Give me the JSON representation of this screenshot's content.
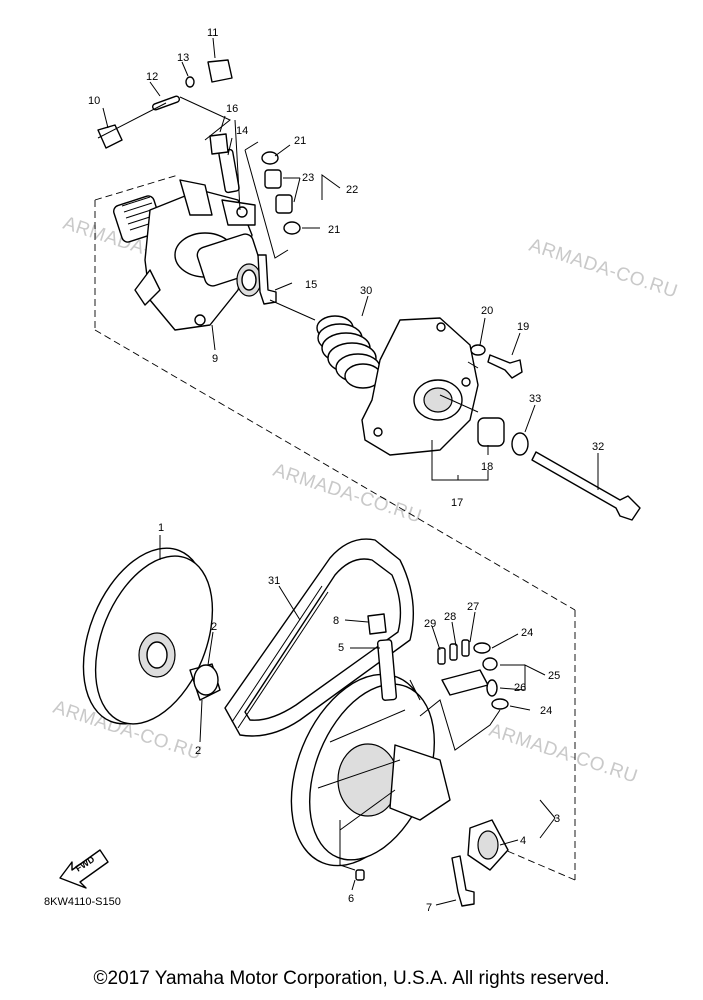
{
  "diagram": {
    "code": "8KW4110-S150",
    "fwd_label": "FWD",
    "watermark": "ARMADA-CO.RU",
    "callouts": [
      "1",
      "2",
      "2",
      "3",
      "4",
      "5",
      "6",
      "7",
      "8",
      "9",
      "10",
      "11",
      "12",
      "13",
      "14",
      "15",
      "16",
      "17",
      "18",
      "19",
      "20",
      "21",
      "21",
      "22",
      "23",
      "24",
      "24",
      "25",
      "26",
      "27",
      "28",
      "29",
      "30",
      "31",
      "32",
      "33"
    ]
  },
  "footer": {
    "copyright": "©2017 Yamaha Motor Corporation, U.S.A. All rights reserved."
  }
}
